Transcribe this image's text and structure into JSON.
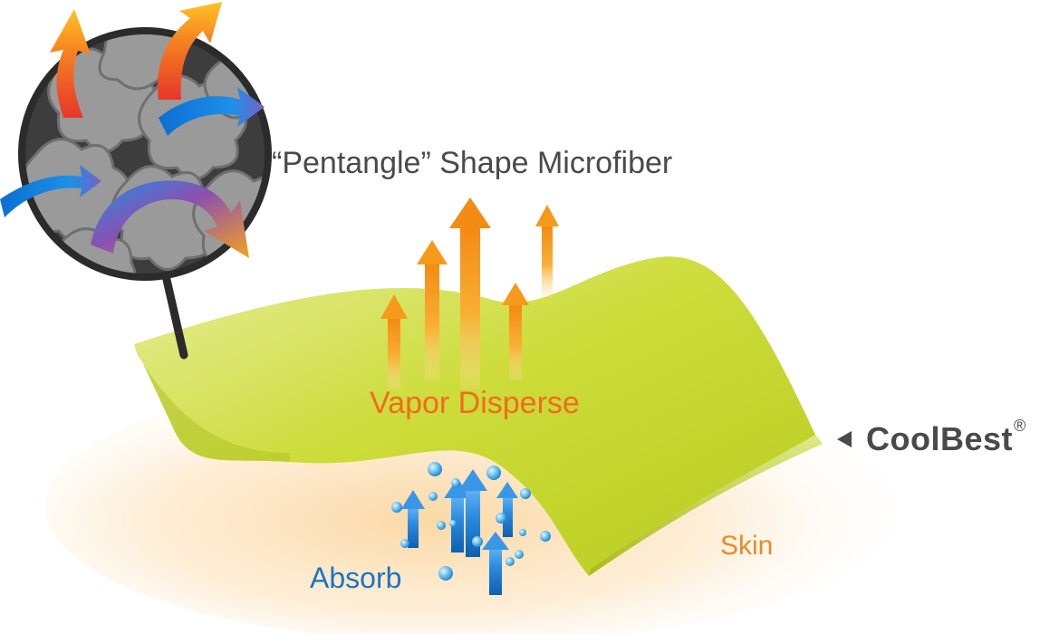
{
  "labels": {
    "microfiber": "“Pentangle” Shape Microfiber",
    "vapor": "Vapor Disperse",
    "absorb": "Absorb",
    "skin": "Skin"
  },
  "brand": {
    "name": "CoolBest",
    "registered": "®"
  },
  "icons": {
    "pointer": "triangle-left-icon",
    "loupe": "magnifier-icon"
  },
  "colors": {
    "fabric": "#c9da2a",
    "vapor": "#f7a21e",
    "absorb": "#1b74c8",
    "skin_glow": "#f9c98a",
    "text_dark": "#4a4a4a"
  }
}
